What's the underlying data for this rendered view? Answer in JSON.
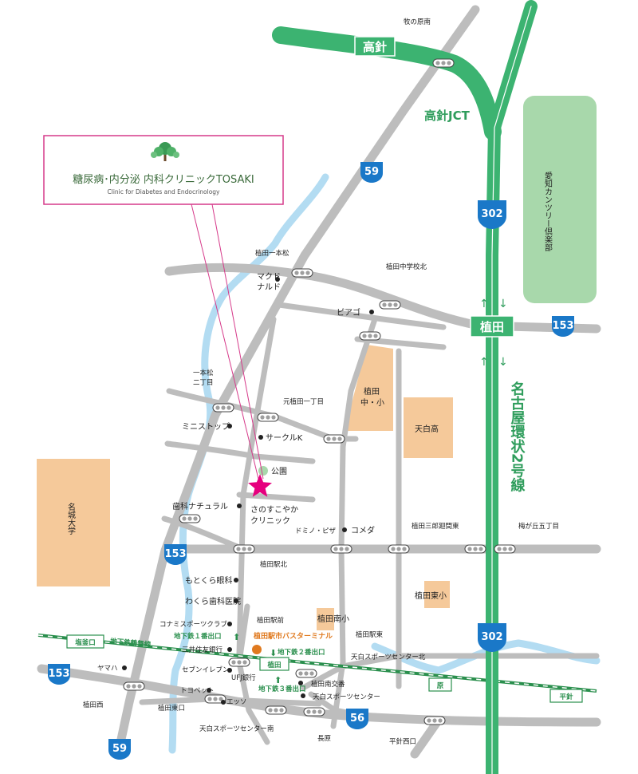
{
  "clinic": {
    "name_ja": "糖尿病･内分泌 内科クリニックTOSAKI",
    "name_en": "Clinic for Diabetes and Endocrinology"
  },
  "highways": {
    "takabari": "高針",
    "takabari_jct": "高針JCT",
    "ueda": "植田",
    "nagoya_ring": "名古屋環状2号線"
  },
  "route_numbers": [
    "59",
    "302",
    "153",
    "56"
  ],
  "intersections": {
    "makinohara_minami": "牧の原南",
    "ueda_ipponmatsu": "植田一本松",
    "ueda_chugakko_kita": "植田中学校北",
    "ipponmatsu_2": "一本松\n二丁目",
    "moto_ueda_1": "元植田一丁目",
    "ueda_ekikita": "植田駅北",
    "ueda_saburo_kasama_higashi": "植田三郎廻間東",
    "umegaoka_5": "梅が丘五丁目",
    "ueda_ekimae": "植田駅前",
    "ueda_ekihigashi": "植田駅東",
    "tenpaku_sports_kita": "天白スポーツセンター北",
    "ueda_minami_kosaban": "植田南交番",
    "tenpaku_sports": "天白スポーツセンター",
    "ueda_nishi": "植田西",
    "ueda_higashiguchi": "植田東口",
    "tenpaku_sports_minami": "天白スポーツセンター南",
    "nagahara": "長原",
    "hirabari_nishiguchi": "平針西口"
  },
  "landmarks": {
    "aichi_country": "愛知カンツリー倶楽部",
    "meijo_univ": "名城大学",
    "ueda_school": "植田\n中・小",
    "tenpaku_high": "天白高",
    "ueda_higashi_sho": "植田東小",
    "ueda_minami_sho": "植田南小",
    "mcdonalds": "マクド\nナルド",
    "piago": "ピアゴ",
    "ministop": "ミニストップ",
    "circle_k": "サークルK",
    "park": "公園",
    "dental_natural": "歯科ナチュラル",
    "sanosu_clinic": "さのすこやか\nクリニック",
    "dominos": "ドミノ・ピザ",
    "komeda": "コメダ",
    "motokura_eye": "もとくら眼科",
    "wakura_dental": "わくら歯科医院",
    "konami_sports": "コナミスポーツクラブ",
    "sumitomo_bank": "三井住友銀行",
    "seven_eleven": "セブンイレブン",
    "ufj_bank": "UFJ銀行",
    "toyopet": "トヨペット",
    "esso": "エッソ",
    "yamaha": "ヤマハ"
  },
  "subway": {
    "line_name": "地下鉄鶴舞線",
    "shiogamaguchi": "塩釜口",
    "ueda_station": "植田",
    "hara": "原",
    "hirabari": "平針",
    "exit1": "地下鉄１番出口",
    "exit2": "地下鉄２番出口",
    "exit3": "地下鉄３番出口",
    "bus_terminal": "植田駅市バスターミナル"
  },
  "colors": {
    "highway": "#3cb371",
    "highway_dark": "#2f9d5c",
    "road": "#bdbdbd",
    "river": "#b3dcf2",
    "school_fill": "#f5c99a",
    "park_fill": "#a8d8ab",
    "clinic_star": "#e6007e",
    "clinic_border": "#d63a8a",
    "shield": "#1a78c8",
    "bus_terminal": "#e07a1f",
    "subway_line": "#2a8f4d"
  }
}
